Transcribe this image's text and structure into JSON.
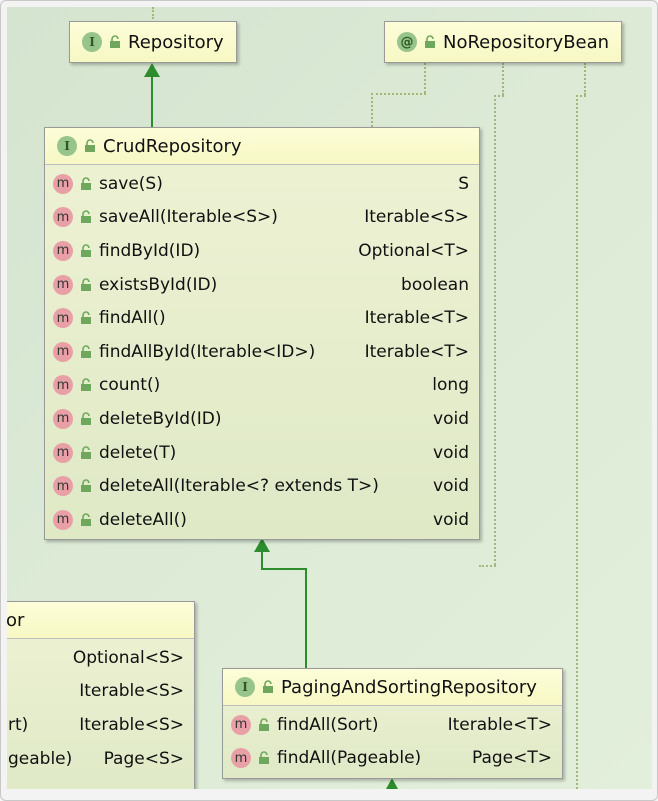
{
  "colors": {
    "canvas": "#d9e8d3",
    "node_header": "#f9f9c8",
    "interface_badge": "#97c48a",
    "method_badge": "#e8a0a6",
    "inheritance_arrow": "#2d8c2d"
  },
  "nodes": {
    "repository": {
      "name": "Repository",
      "kind_letter": "I"
    },
    "no_repository_bean": {
      "name": "NoRepositoryBean",
      "kind_letter": "@"
    },
    "crud_repository": {
      "name": "CrudRepository",
      "kind_letter": "I",
      "methods": [
        {
          "sig": "save(S)",
          "ret": "S"
        },
        {
          "sig": "saveAll(Iterable<S>)",
          "ret": "Iterable<S>"
        },
        {
          "sig": "findById(ID)",
          "ret": "Optional<T>"
        },
        {
          "sig": "existsById(ID)",
          "ret": "boolean"
        },
        {
          "sig": "findAll()",
          "ret": "Iterable<T>"
        },
        {
          "sig": "findAllById(Iterable<ID>)",
          "ret": "Iterable<T>"
        },
        {
          "sig": "count()",
          "ret": "long"
        },
        {
          "sig": "deleteById(ID)",
          "ret": "void"
        },
        {
          "sig": "delete(T)",
          "ret": "void"
        },
        {
          "sig": "deleteAll(Iterable<? extends T>)",
          "ret": "void"
        },
        {
          "sig": "deleteAll()",
          "ret": "void"
        }
      ]
    },
    "partial_left": {
      "name_fragment": "or",
      "methods": [
        {
          "sig": "",
          "ret": "Optional<S>"
        },
        {
          "sig": "",
          "ret": "Iterable<S>"
        },
        {
          "sig": "rt)",
          "ret": "Iterable<S>"
        },
        {
          "sig": "geable)",
          "ret": "Page<S>"
        }
      ]
    },
    "paging_and_sorting_repository": {
      "name": "PagingAndSortingRepository",
      "kind_letter": "I",
      "methods": [
        {
          "sig": "findAll(Sort)",
          "ret": "Iterable<T>"
        },
        {
          "sig": "findAll(Pageable)",
          "ret": "Page<T>"
        }
      ]
    }
  },
  "method_badge_letter": "m"
}
